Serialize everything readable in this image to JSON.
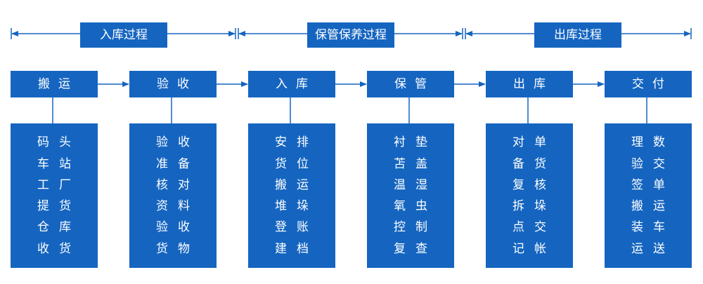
{
  "colors": {
    "box": "#1565c0",
    "line": "#1565c0",
    "text": "#ffffff"
  },
  "phases": [
    {
      "label": "入库过程"
    },
    {
      "label": "保管保养过程"
    },
    {
      "label": "出库过程"
    }
  ],
  "steps": [
    {
      "label": "搬运",
      "items": [
        "码头",
        "车站",
        "工厂",
        "提货",
        "仓库",
        "收货"
      ]
    },
    {
      "label": "验收",
      "items": [
        "验收",
        "准备",
        "核对",
        "资料",
        "验收",
        "货物"
      ]
    },
    {
      "label": "入库",
      "items": [
        "安排",
        "货位",
        "搬运",
        "堆垛",
        "登账",
        "建档"
      ]
    },
    {
      "label": "保管",
      "items": [
        "衬垫",
        "苫盖",
        "温湿",
        "氧虫",
        "控制",
        "复查"
      ]
    },
    {
      "label": "出库",
      "items": [
        "对单",
        "备货",
        "复核",
        "拆垛",
        "点交",
        "记帐"
      ]
    },
    {
      "label": "交付",
      "items": [
        "理数",
        "验交",
        "签单",
        "搬运",
        "装车",
        "运送"
      ]
    }
  ]
}
